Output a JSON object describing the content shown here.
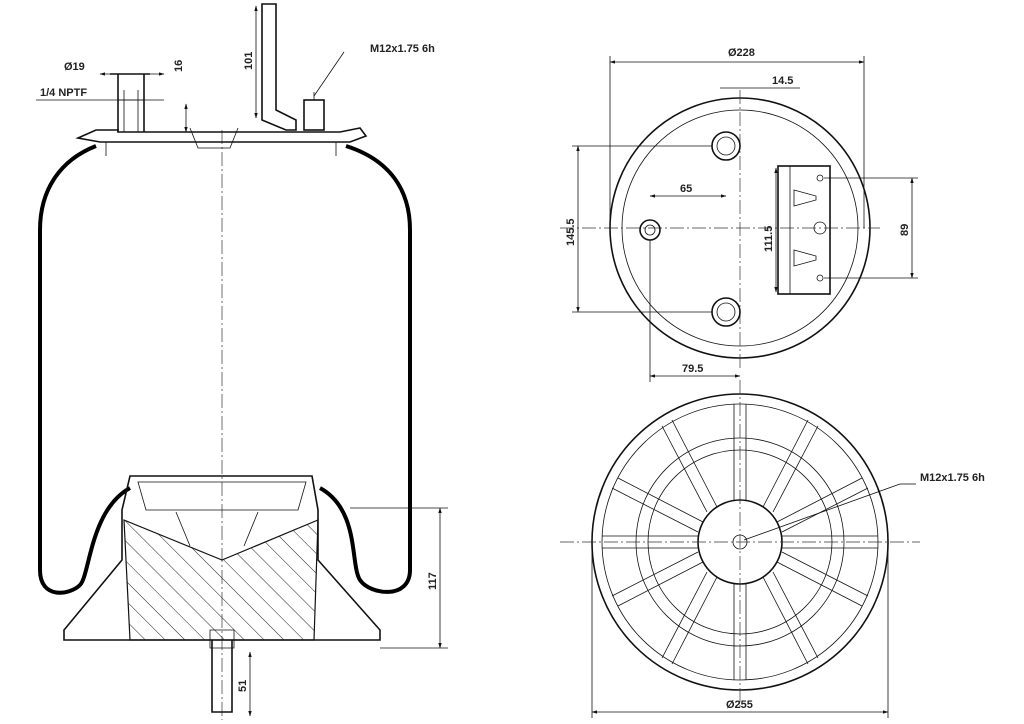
{
  "side_view": {
    "dims": {
      "port_diameter": "Ø19",
      "port_thread": "1/4  NPTF",
      "flange_height": "16",
      "bracket_height": "101",
      "stud_thread": "M12x1.75 6h",
      "piston_height": "117",
      "bottom_stud_length": "51"
    }
  },
  "top_view": {
    "dims": {
      "plate_diameter": "Ø228",
      "port_offset": "14.5",
      "stud_offset": "65",
      "port_spacing": "145.5",
      "bracket_length": "111.5",
      "bracket_hole_spacing": "89",
      "side_offset": "79.5"
    }
  },
  "bottom_view": {
    "dims": {
      "piston_thread": "M12x1.75 6h",
      "base_diameter": "Ø255"
    }
  }
}
